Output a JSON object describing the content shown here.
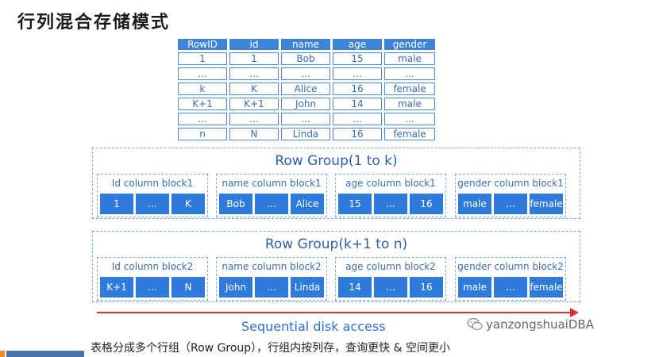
{
  "title": "行列混合存储模式",
  "table": {
    "headers": [
      "RowID",
      "id",
      "name",
      "age",
      "gender"
    ],
    "rows": [
      [
        "1",
        "1",
        "Bob",
        "15",
        "male"
      ],
      [
        "...",
        "...",
        "...",
        "...",
        "..."
      ],
      [
        "k",
        "K",
        "Alice",
        "16",
        "female"
      ],
      [
        "K+1",
        "K+1",
        "John",
        "14",
        "male"
      ],
      [
        "...",
        "...",
        "...",
        "...",
        "..."
      ],
      [
        "n",
        "N",
        "Linda",
        "16",
        "female"
      ]
    ]
  },
  "row_groups": [
    {
      "title": "Row Group(1 to k)",
      "blocks": [
        {
          "label": "Id column block1",
          "cells": [
            "1",
            "...",
            "K"
          ]
        },
        {
          "label": "name column block1",
          "cells": [
            "Bob",
            "...",
            "Alice"
          ]
        },
        {
          "label": "age column block1",
          "cells": [
            "15",
            "...",
            "16"
          ]
        },
        {
          "label": "gender column block1",
          "cells": [
            "male",
            "...",
            "female"
          ]
        }
      ]
    },
    {
      "title": "Row Group(k+1 to n)",
      "blocks": [
        {
          "label": "Id column block2",
          "cells": [
            "K+1",
            "...",
            "N"
          ]
        },
        {
          "label": "name column block2",
          "cells": [
            "John",
            "...",
            "Linda"
          ]
        },
        {
          "label": "age column block2",
          "cells": [
            "14",
            "...",
            "16"
          ]
        },
        {
          "label": "gender column block2",
          "cells": [
            "male",
            "...",
            "female"
          ]
        }
      ]
    }
  ],
  "sequential_label": "Sequential disk access",
  "caption": "表格分成多个行组（Row Group），行组内按列存，查询更快 & 空间更小",
  "watermark": "yanzongshuaiDBA",
  "colors": {
    "accent": "#2f7bdc",
    "arrow": "#e03030",
    "header": "#3d84d8"
  }
}
